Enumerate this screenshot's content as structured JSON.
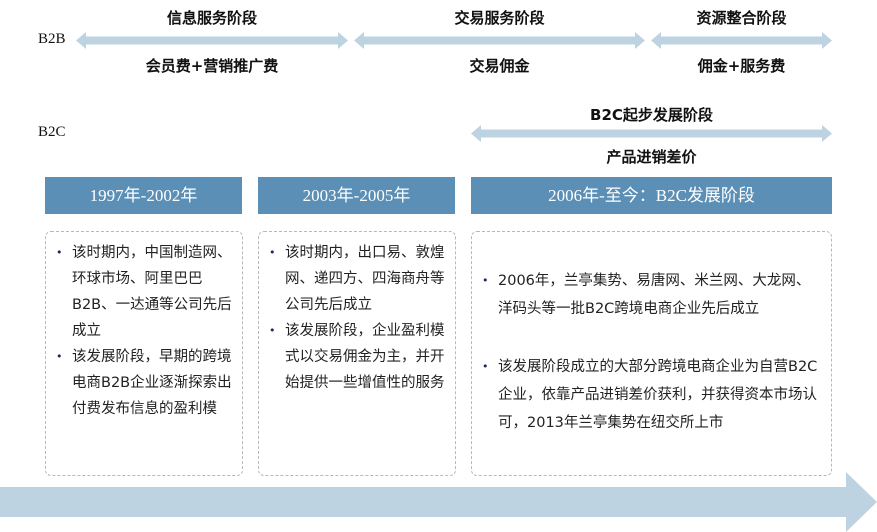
{
  "rows": {
    "b2b_label": "B2B",
    "b2c_label": "B2C"
  },
  "b2b_stages": [
    {
      "title": "信息服务阶段",
      "revenue": "会员费+营销推广费"
    },
    {
      "title": "交易服务阶段",
      "revenue": "交易佣金"
    },
    {
      "title": "资源整合阶段",
      "revenue": "佣金+服务费"
    }
  ],
  "b2c_stage": {
    "title": "B2C起步发展阶段",
    "revenue": "产品进销差价"
  },
  "periods": [
    {
      "label": "1997年-2002年",
      "bullets": [
        "该时期内，中国制造网、环球市场、阿里巴巴B2B、一达通等公司先后成立",
        "该发展阶段，早期的跨境电商B2B企业逐渐探索出付费发布信息的盈利模"
      ]
    },
    {
      "label": "2003年-2005年",
      "bullets": [
        "该时期内，出口易、敦煌网、递四方、四海商舟等公司先后成立",
        "该发展阶段，企业盈利模式以交易佣金为主，并开始提供一些增值性的服务"
      ]
    },
    {
      "label": "2006年-至今：B2C发展阶段",
      "bullets": [
        "2006年，兰亭集势、易唐网、米兰网、大龙网、洋码头等一批B2C跨境电商企业先后成立",
        "该发展阶段成立的大部分跨境电商企业为自营B2C企业，依靠产品进销差价获利，并获得资本市场认可，2013年兰亭集势在纽交所上市"
      ]
    }
  ],
  "colors": {
    "arrow": "#bed3e1",
    "period_box": "#5b8fb5",
    "card_border": "#b8b8b8",
    "bullet": "#1a2a5a"
  },
  "icons": {
    "bullet": "•"
  }
}
